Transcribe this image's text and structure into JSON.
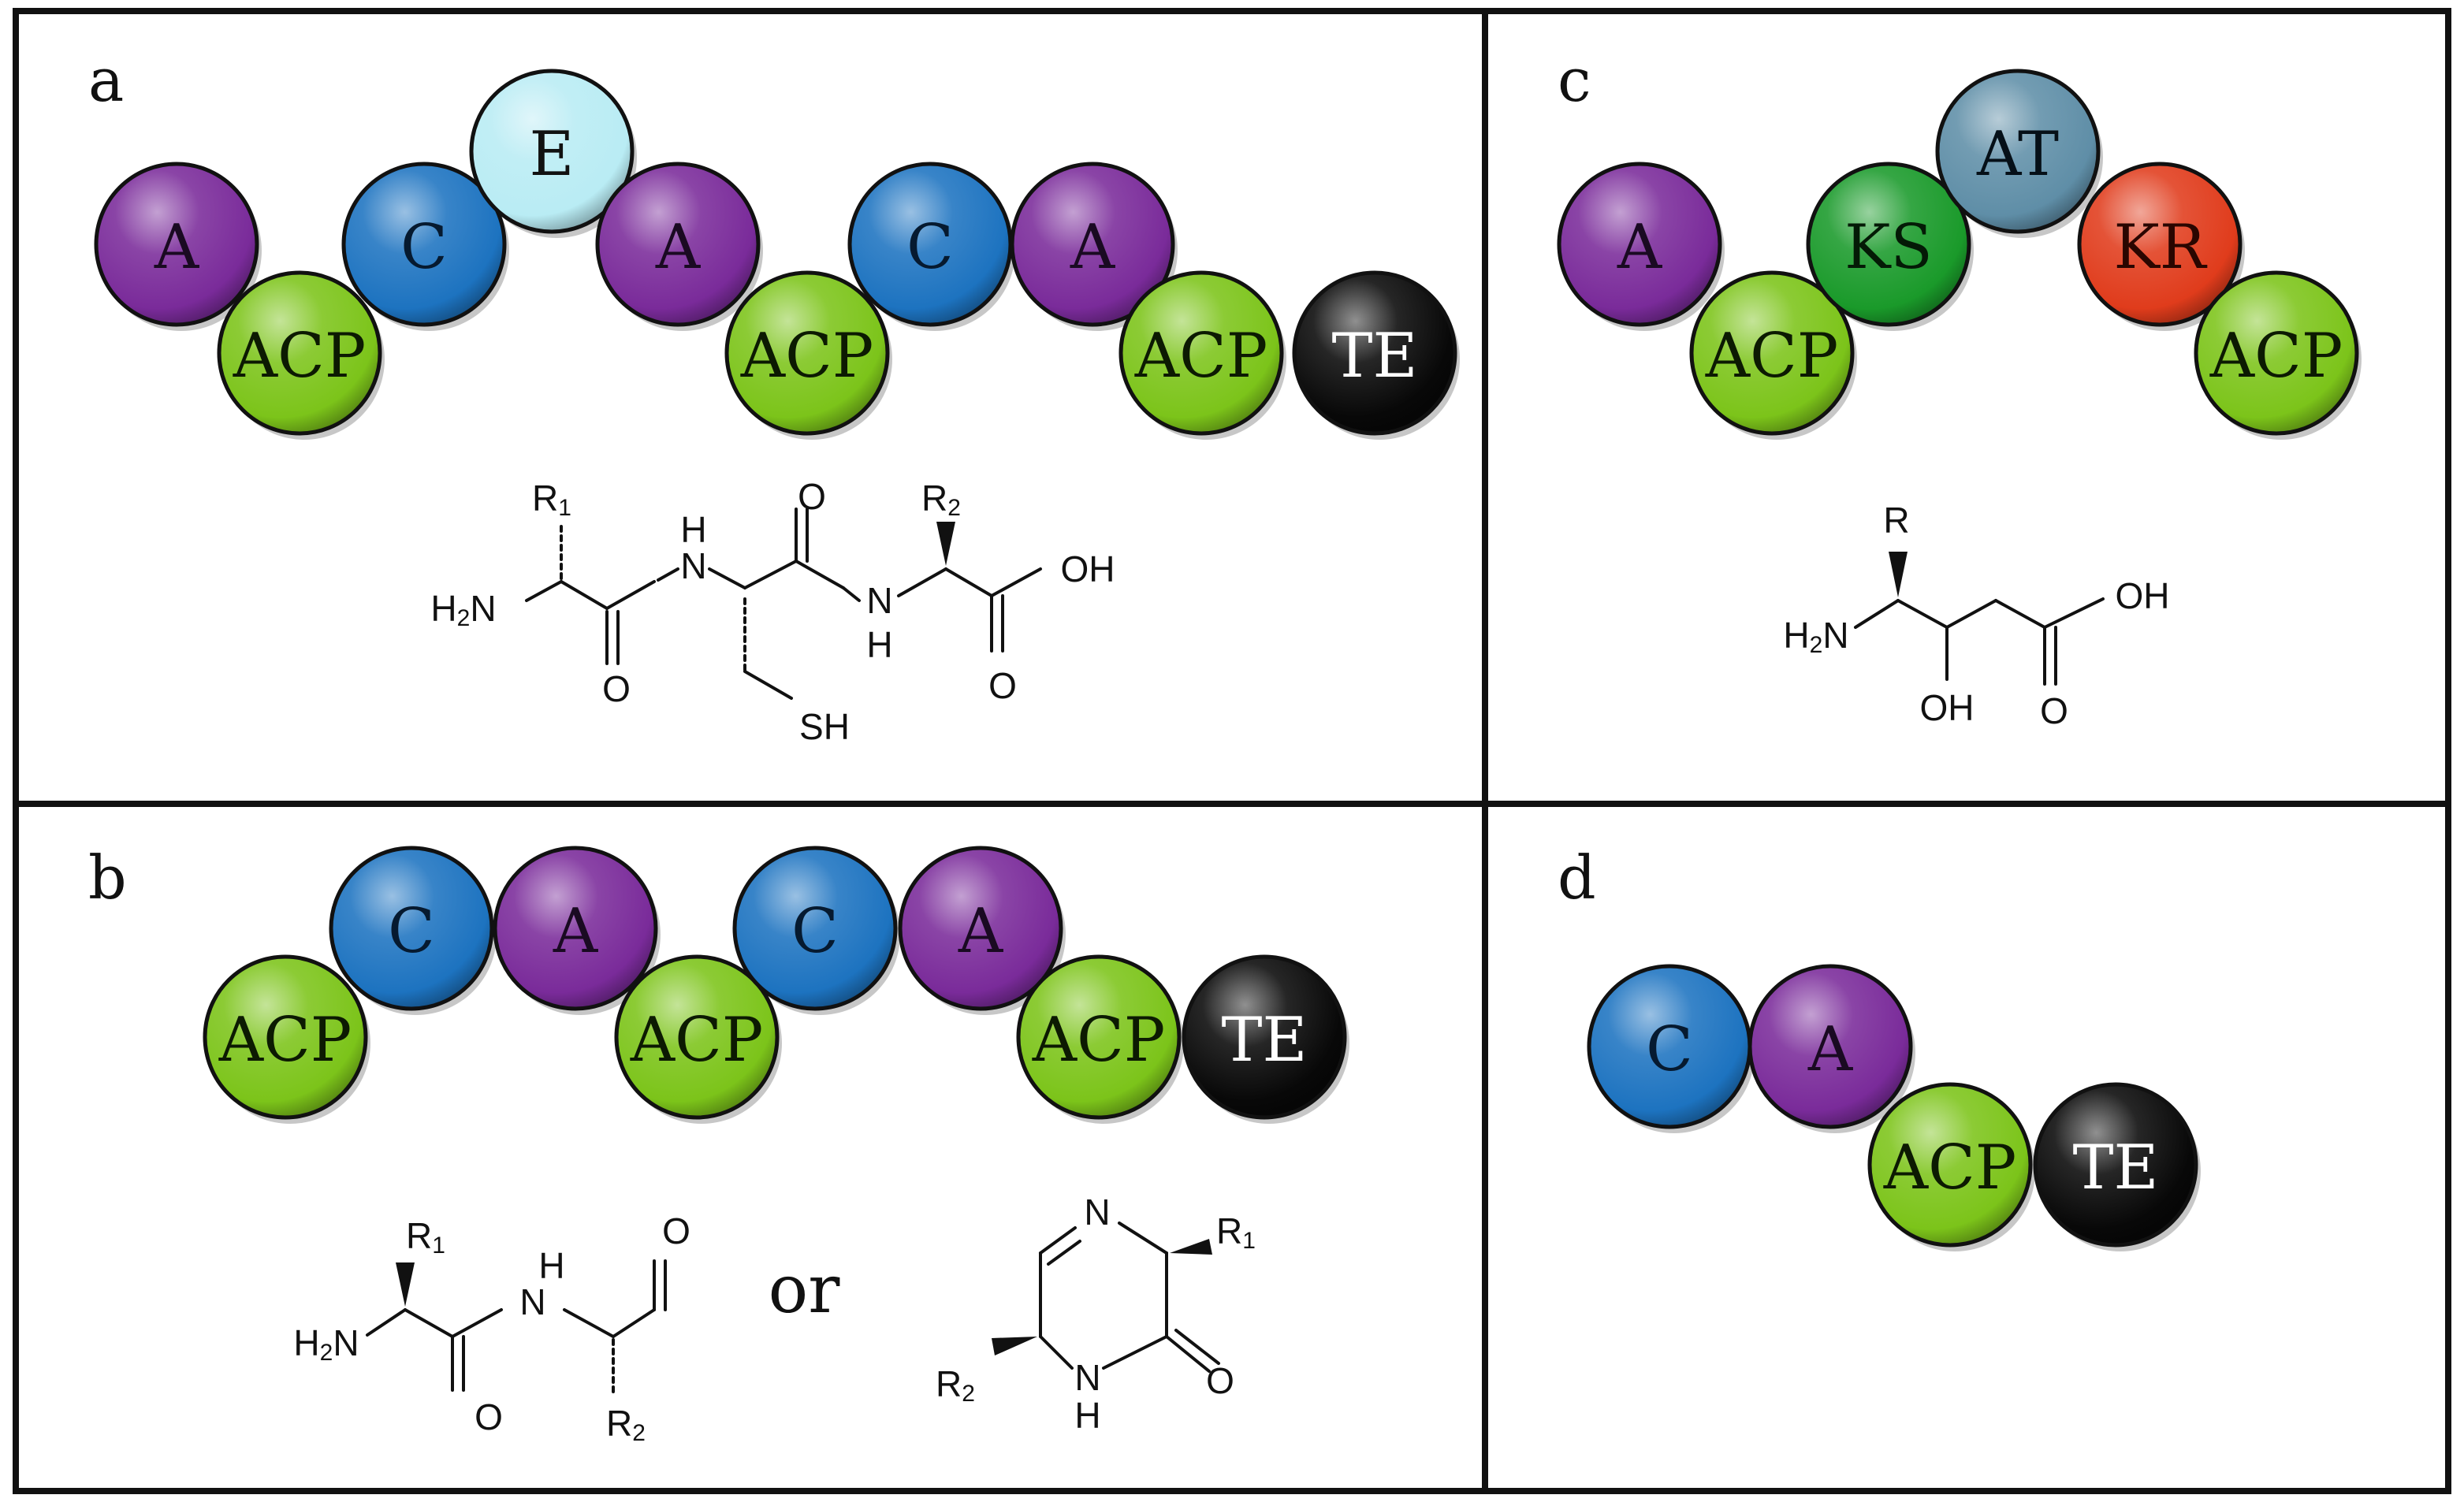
{
  "colors": {
    "A": "#7a2b9a",
    "C": "#1d73c0",
    "E": "#b9ecf4",
    "ACP": "#7cc41a",
    "TE": "#080808",
    "KS": "#1a9a2a",
    "AT": "#5f8ea7",
    "KR": "#e03c1c"
  },
  "panels": {
    "a": {
      "letter": "a",
      "domains": [
        {
          "label": "A",
          "kind": "A"
        },
        {
          "label": "ACP",
          "kind": "ACP"
        },
        {
          "label": "C",
          "kind": "C"
        },
        {
          "label": "E",
          "kind": "E"
        },
        {
          "label": "A",
          "kind": "A"
        },
        {
          "label": "ACP",
          "kind": "ACP"
        },
        {
          "label": "C",
          "kind": "C"
        },
        {
          "label": "A",
          "kind": "A"
        },
        {
          "label": "ACP",
          "kind": "ACP"
        },
        {
          "label": "TE",
          "kind": "TE"
        }
      ],
      "structure": {
        "r1": "R",
        "r1_sub": "1",
        "r2": "R",
        "r2_sub": "2",
        "h2n": "H",
        "h2n_sub": "2",
        "h2n_n": "N",
        "nh1": "N",
        "h1": "H",
        "nh2": "N",
        "h2": "H",
        "o1": "O",
        "o2": "O",
        "o3": "O",
        "oh": "OH",
        "sh": "SH"
      }
    },
    "b": {
      "letter": "b",
      "domains": [
        {
          "label": "ACP",
          "kind": "ACP"
        },
        {
          "label": "C",
          "kind": "C"
        },
        {
          "label": "A",
          "kind": "A"
        },
        {
          "label": "ACP",
          "kind": "ACP"
        },
        {
          "label": "C",
          "kind": "C"
        },
        {
          "label": "A",
          "kind": "A"
        },
        {
          "label": "ACP",
          "kind": "ACP"
        },
        {
          "label": "TE",
          "kind": "TE"
        }
      ],
      "or_text": "or",
      "structure_left": {
        "r1": "R",
        "r1_sub": "1",
        "r2": "R",
        "r2_sub": "2",
        "h2n": "H",
        "h2n_sub": "2",
        "h2n_n": "N",
        "n": "N",
        "h": "H",
        "o1": "O",
        "o2": "O"
      },
      "structure_right": {
        "n_top": "N",
        "r1": "R",
        "r1_sub": "1",
        "r2": "R",
        "r2_sub": "2",
        "o": "O",
        "n_bottom": "N",
        "h": "H"
      }
    },
    "c": {
      "letter": "c",
      "domains": [
        {
          "label": "A",
          "kind": "A"
        },
        {
          "label": "ACP",
          "kind": "ACP"
        },
        {
          "label": "KS",
          "kind": "KS"
        },
        {
          "label": "AT",
          "kind": "AT"
        },
        {
          "label": "KR",
          "kind": "KR"
        },
        {
          "label": "ACP",
          "kind": "ACP"
        }
      ],
      "structure": {
        "r": "R",
        "h2n": "H",
        "h2n_sub": "2",
        "h2n_n": "N",
        "oh_bottom": "OH",
        "oh_acid": "OH",
        "o": "O"
      }
    },
    "d": {
      "letter": "d",
      "domains": [
        {
          "label": "C",
          "kind": "C"
        },
        {
          "label": "A",
          "kind": "A"
        },
        {
          "label": "ACP",
          "kind": "ACP"
        },
        {
          "label": "TE",
          "kind": "TE"
        }
      ]
    }
  }
}
